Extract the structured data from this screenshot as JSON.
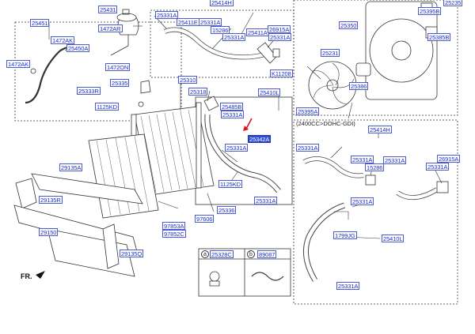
{
  "labels": {
    "p25451": "25451",
    "p25431": "25431",
    "p25331A_a": "25331A",
    "p25414H": "25414H",
    "p25411E": "25411E",
    "p25331A_b": "25331A",
    "p1472AK_a": "1472AK",
    "p1472AR": "1472AR",
    "p1472AK_b": "1472AK",
    "p25450A": "25450A",
    "p15286_a": "15286",
    "p25331A_c": "25331A",
    "p25411A": "25411A",
    "p26915A_a": "26915A",
    "p25331A_d": "25331A",
    "p1472ON": "1472ON",
    "p25335": "25335",
    "pK11208": "K11208",
    "p25333R": "25333R",
    "p25310": "25310",
    "p25318": "25318",
    "p25410L_a": "25410L",
    "p1125KD_a": "1125KD",
    "p25485B": "25485B",
    "p25331A_e": "25331A",
    "p25342A": "25342A",
    "p25331A_f": "25331A",
    "p29135A": "29135A",
    "p1125KD_b": "1125KD",
    "p29135R": "29135R",
    "p25331A_g": "25331A",
    "p25336": "25336",
    "p97606": "97606",
    "p97853A": "97853A",
    "p97852C": "97852C",
    "p29150": "29150",
    "p29135Q": "29135Q",
    "p25328C": "25328C",
    "p89087": "89087",
    "p25235": "25235",
    "p25395B": "25395B",
    "p25350": "25350",
    "p25385B": "25385B",
    "p25231": "25231",
    "p25386": "25386",
    "p25395A": "25395A",
    "p25414H_b": "25414H",
    "p25331A_h": "25331A",
    "p25331A_i": "25331A",
    "p15286_b": "15286",
    "p25331A_j": "25331A",
    "p25331A_k": "25331A",
    "p26915A_b": "26915A",
    "p25331A_l": "25331A",
    "p1799JG": "1799JG",
    "p25410L_b": "25410L",
    "p25331A_m": "25331A"
  },
  "engine_variant": "(2400CC>DOHC-GDI)",
  "direction_label": "FR.",
  "callouts": {
    "a": "a",
    "b": "b"
  }
}
